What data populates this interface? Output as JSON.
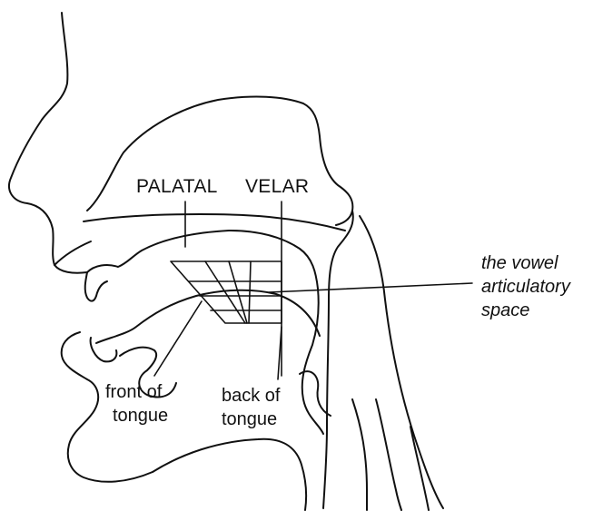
{
  "labels": {
    "palatal": "PALATAL",
    "velar": "VELAR",
    "vowel_space_line1": "the vowel",
    "vowel_space_line2": "articulatory",
    "vowel_space_line3": "space",
    "front_line1": "front of",
    "front_line2": "tongue",
    "back_line1": "back of",
    "back_line2": "tongue"
  },
  "colors": {
    "ink": "#111111",
    "background": "#ffffff"
  }
}
